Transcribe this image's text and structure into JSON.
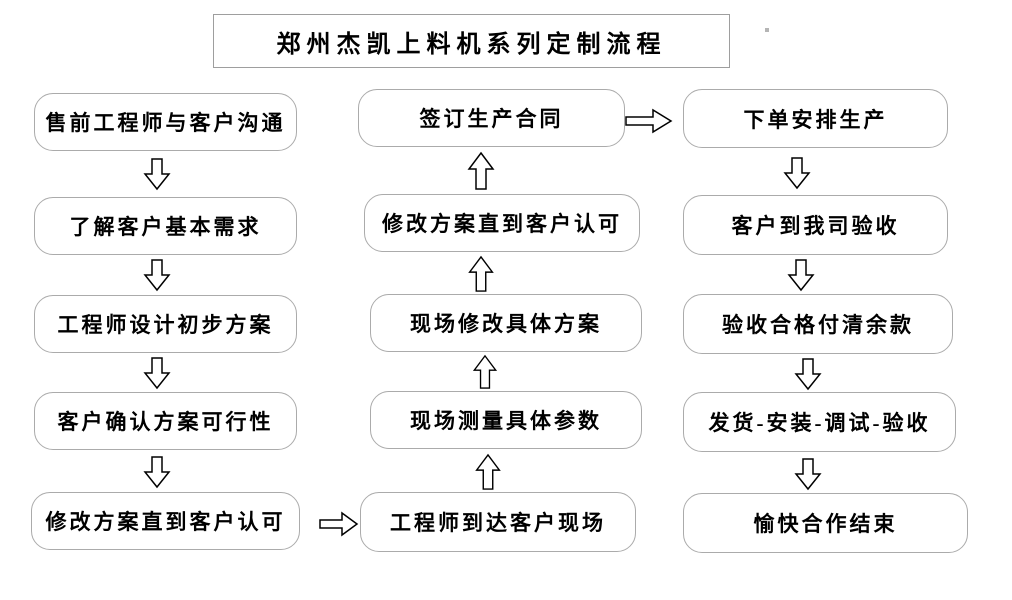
{
  "title": "郑州杰凯上料机系列定制流程",
  "columns": {
    "left": [
      "售前工程师与客户沟通",
      "了解客户基本需求",
      "工程师设计初步方案",
      "客户确认方案可行性",
      "修改方案直到客户认可"
    ],
    "middle": [
      "签订生产合同",
      "修改方案直到客户认可",
      "现场修改具体方案",
      "现场测量具体参数",
      "工程师到达客户现场"
    ],
    "right": [
      "下单安排生产",
      "客户到我司验收",
      "验收合格付清余款",
      "发货-安装-调试-验收",
      "愉快合作结束"
    ]
  },
  "flow": {
    "type": "flowchart",
    "left_column_direction": "down",
    "middle_column_direction": "up",
    "right_column_direction": "down",
    "edges": [
      "售前工程师与客户沟通 → 了解客户基本需求",
      "了解客户基本需求 → 工程师设计初步方案",
      "工程师设计初步方案 → 客户确认方案可行性",
      "客户确认方案可行性 → 修改方案直到客户认可",
      "修改方案直到客户认可 → 工程师到达客户现场",
      "工程师到达客户现场 → 现场测量具体参数",
      "现场测量具体参数 → 现场修改具体方案",
      "现场修改具体方案 → 修改方案直到客户认可",
      "修改方案直到客户认可 → 签订生产合同",
      "签订生产合同 → 下单安排生产",
      "下单安排生产 → 客户到我司验收",
      "客户到我司验收 → 验收合格付清余款",
      "验收合格付清余款 → 发货-安装-调试-验收",
      "发货-安装-调试-验收 → 愉快合作结束"
    ]
  },
  "icons": {
    "down_arrow": "hollow block arrow pointing down",
    "up_arrow": "hollow block arrow pointing up",
    "right_arrow": "hollow block arrow pointing right"
  },
  "colors": {
    "background": "#ffffff",
    "box_border": "#ababab",
    "title_border": "#9e9e9e",
    "arrow_outline": "#000000",
    "text": "#000000"
  }
}
